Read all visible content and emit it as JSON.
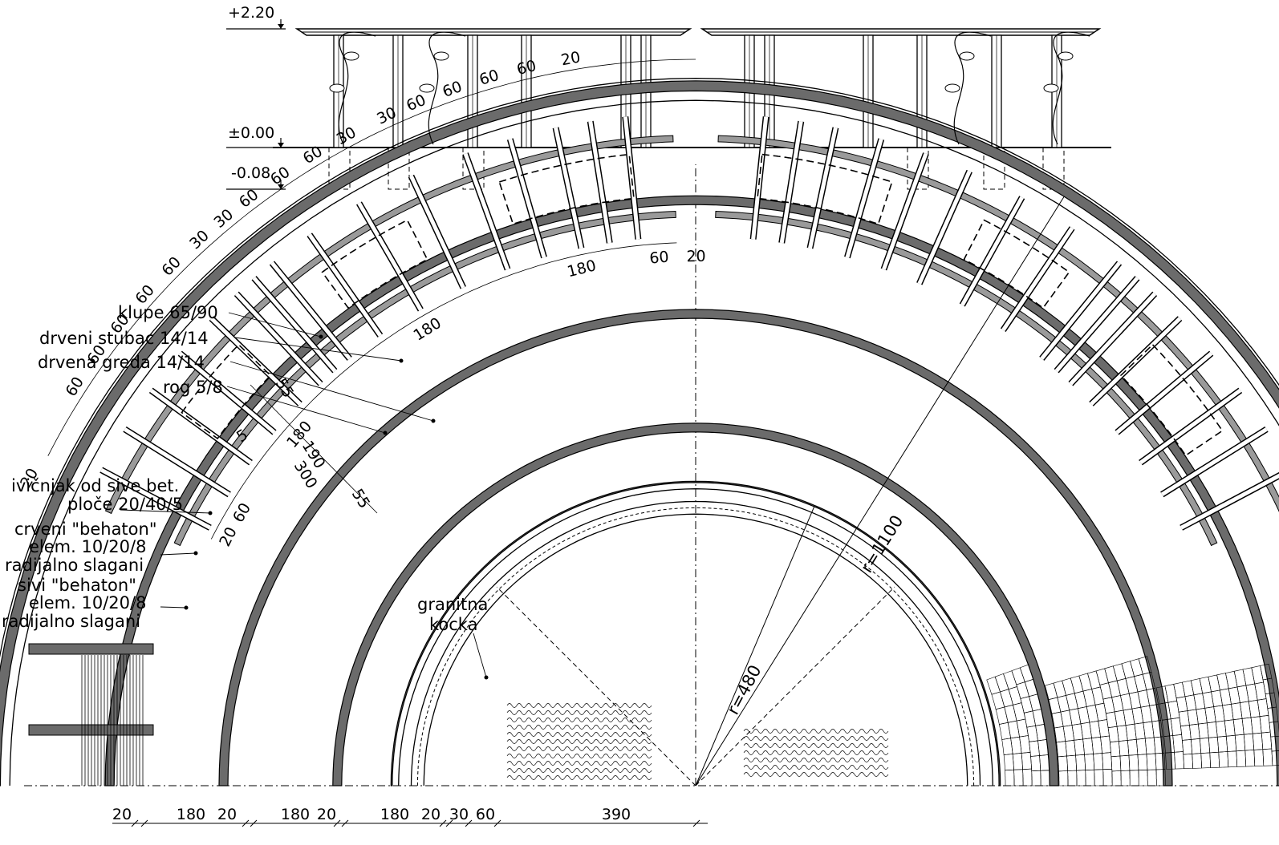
{
  "levels": {
    "top": "+2.20",
    "zero": "±0.00",
    "minus": "-0.08"
  },
  "labels": {
    "klupe": "klupe 65/90",
    "stubac": "drveni stubac 14/14",
    "greda": "drvena greda 14/14",
    "rog": "rog 5/8",
    "ivicnjak_1": "ivičnjak od sive bet.",
    "ivicnjak_2": "ploče 20/40/5",
    "crveni_1": "crveni \"behaton\"",
    "crveni_2": "elem. 10/20/8",
    "crveni_3": "radijalno slagani",
    "sivi_1": "sivi \"behaton\"",
    "sivi_2": "elem. 10/20/8",
    "sivi_3": "radijalno slagani",
    "granit_1": "granitna",
    "granit_2": "kocka"
  },
  "radii": {
    "outer": "r=1100",
    "inner": "r=480"
  },
  "bottom_dims": [
    "20",
    "180",
    "20",
    "180",
    "20",
    "180",
    "20",
    "30",
    "60",
    "390"
  ],
  "arc_dims_outer": [
    "60",
    "60",
    "60",
    "60",
    "60",
    "30",
    "30",
    "60",
    "60",
    "60",
    "30",
    "30",
    "60",
    "60",
    "60",
    "60",
    "20"
  ],
  "arc_dims_outer_first": "20",
  "arc_dims_inner": [
    "180",
    "180",
    "180",
    "60",
    "20"
  ],
  "arc_dims_inner_start": [
    "20",
    "60"
  ],
  "radial_dims": [
    "5",
    "55",
    "190",
    "300",
    "55"
  ]
}
